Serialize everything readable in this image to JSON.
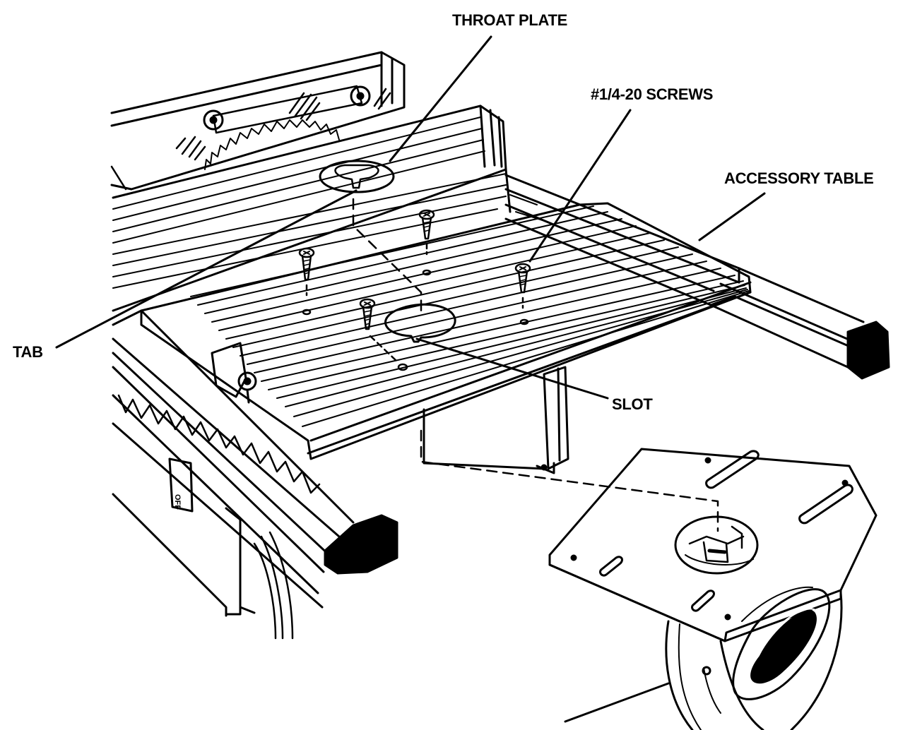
{
  "labels": {
    "throat_plate": "THROAT PLATE",
    "screws": "#1/4-20 SCREWS",
    "accessory_table": "ACCESSORY TABLE",
    "tab": "TAB",
    "slot": "SLOT",
    "switch": "OFF"
  },
  "colors": {
    "ink": "#000000",
    "paper": "#ffffff"
  }
}
